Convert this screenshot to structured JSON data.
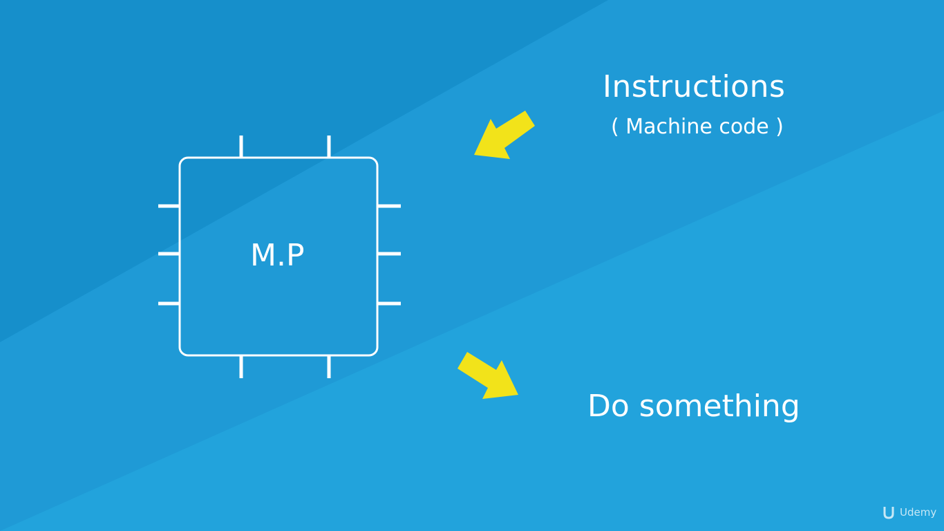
{
  "diagram": {
    "chip_label": "M.P",
    "instructions_title": "Instructions",
    "instructions_subtitle": "( Machine code )",
    "output_label": "Do something"
  },
  "brand": {
    "logo_text": "Udemy"
  },
  "colors": {
    "background": "#229ed8",
    "background_dark": "#1590cc",
    "arrow": "#f2e31a",
    "foreground": "#ffffff"
  },
  "icons": {
    "input_arrow": "arrow-down-left-icon",
    "output_arrow": "arrow-down-right-icon",
    "logo": "udemy-logo-icon"
  }
}
